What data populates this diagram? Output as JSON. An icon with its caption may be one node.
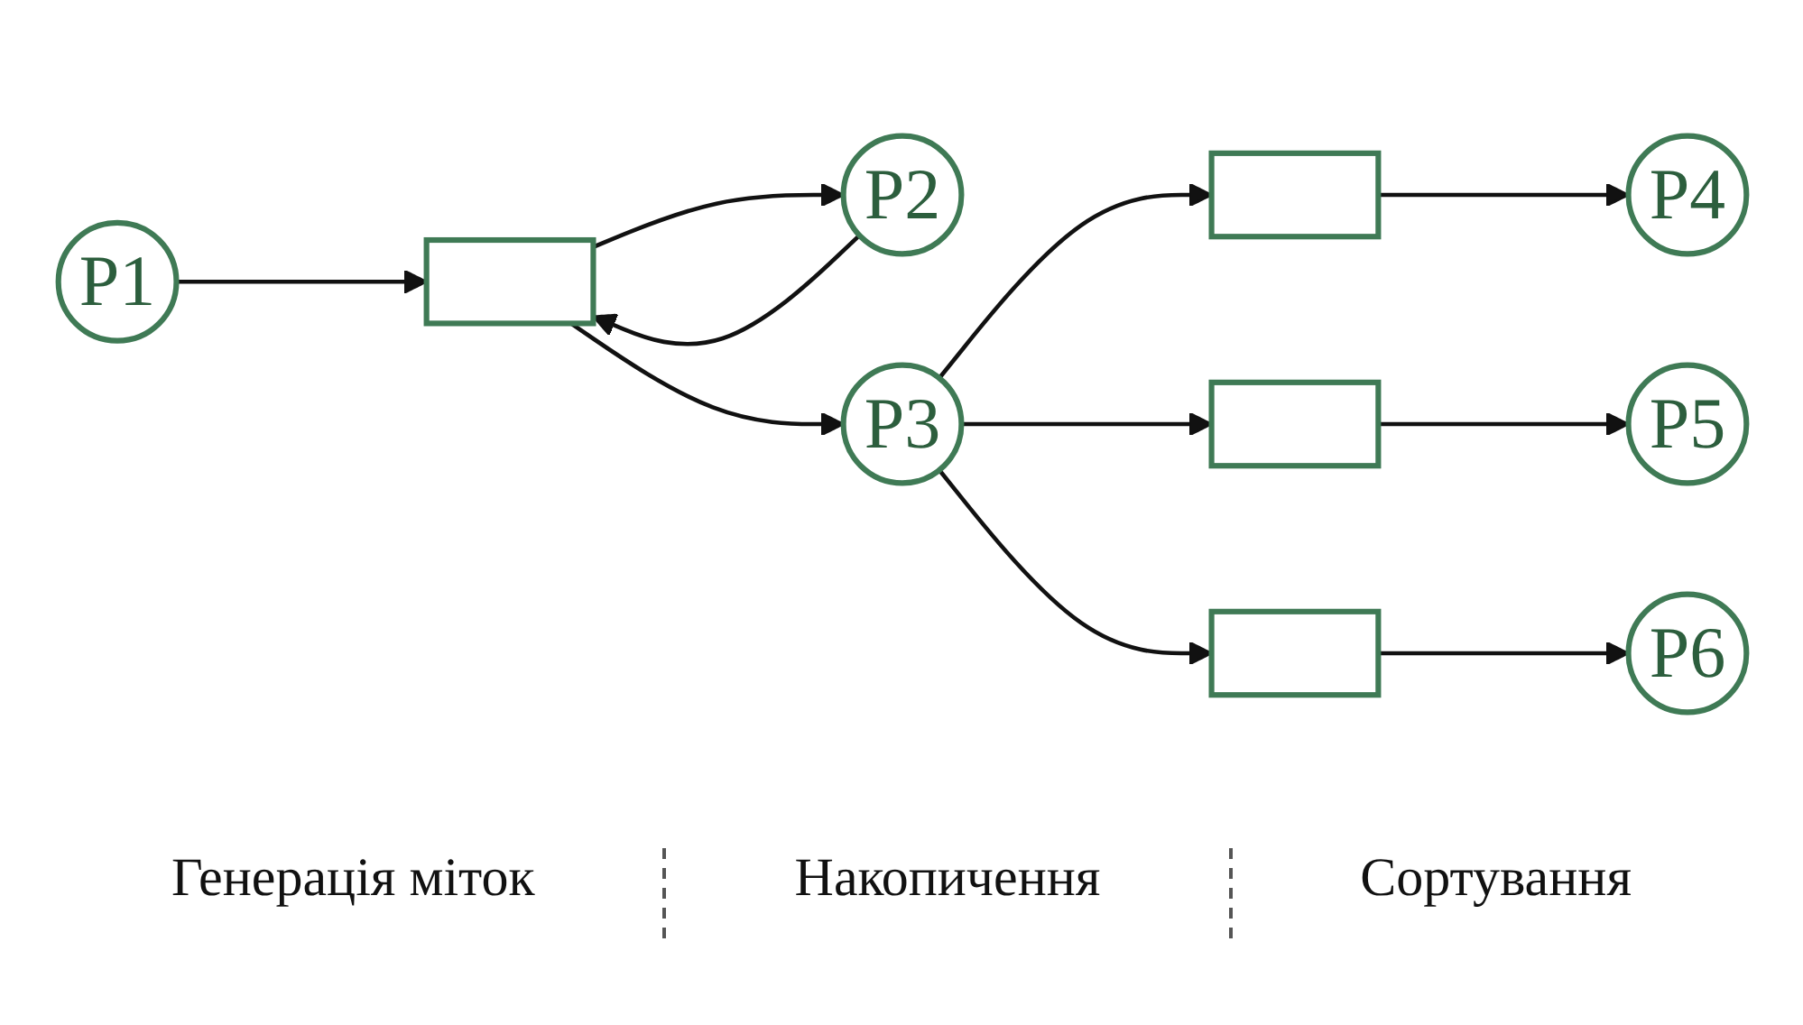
{
  "diagram": {
    "nodes": [
      {
        "text": [
          "P1"
        ]
      },
      {
        "text": [],
        "shape": "box"
      },
      {
        "text": [
          "P2"
        ]
      },
      {
        "text": [
          "P3"
        ]
      },
      {
        "text": [],
        "shape": "box"
      },
      {
        "text": [],
        "shape": "box"
      },
      {
        "text": [],
        "shape": "box"
      },
      {
        "text": [
          "P4"
        ]
      },
      {
        "text": [
          "P5"
        ]
      },
      {
        "text": [
          "P6"
        ]
      }
    ],
    "edges": [
      {
        "from": 0,
        "to": 1,
        "arrow": "to"
      },
      {
        "from": 1,
        "to": 2,
        "arrow": "to"
      },
      {
        "from": 2,
        "to": 1,
        "arrow": "to"
      },
      {
        "from": 1,
        "to": 3,
        "arrow": "to"
      },
      {
        "from": 3,
        "to": 4,
        "arrow": "to"
      },
      {
        "from": 3,
        "to": 5,
        "arrow": "to"
      },
      {
        "from": 3,
        "to": 6,
        "arrow": "to"
      },
      {
        "from": 4,
        "to": 7,
        "arrow": "to"
      },
      {
        "from": 5,
        "to": 8,
        "arrow": "to"
      },
      {
        "from": 6,
        "to": 9,
        "arrow": "to"
      }
    ],
    "labels": [
      "Генерація міток",
      "Накопичення",
      "Сортування"
    ]
  }
}
